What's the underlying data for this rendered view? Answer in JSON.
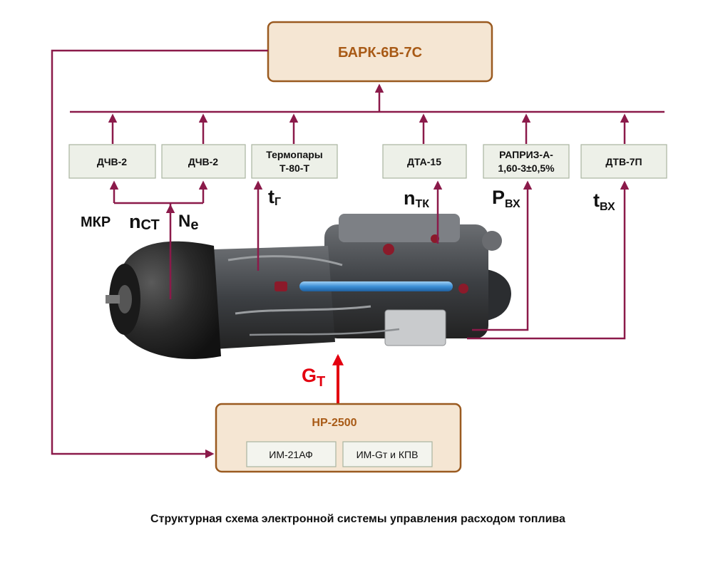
{
  "controller": {
    "name": "БАРК-6В-7С"
  },
  "sensors": [
    {
      "line1": "ДЧВ-2",
      "line2": ""
    },
    {
      "line1": "ДЧВ-2",
      "line2": ""
    },
    {
      "line1": "Термопары",
      "line2": "Т-80-Т"
    },
    {
      "line1": "ДТА-15",
      "line2": ""
    },
    {
      "line1": "РАПРИЗ-А-",
      "line2": "1,60-3±0,5%"
    },
    {
      "line1": "ДТВ-7П",
      "line2": ""
    }
  ],
  "parameters": {
    "mkr": "МКР",
    "n_st": {
      "base": "n",
      "sub": "СТ"
    },
    "n_e": {
      "base": "N",
      "sub": "e"
    },
    "t_g": {
      "base": "t",
      "sub": "Г"
    },
    "n_tk": {
      "base": "n",
      "sub": "ТК"
    },
    "p_vx": {
      "base": "P",
      "sub": "ВХ"
    },
    "t_vx": {
      "base": "t",
      "sub": "ВХ"
    },
    "g_t": {
      "base": "G",
      "sub": "Т"
    }
  },
  "regulator": {
    "name": "НР-2500",
    "units": [
      "ИМ-21АФ",
      "ИМ-Gт и КПВ"
    ]
  },
  "caption": "Структурная схема электронной системы управления расходом топлива",
  "colors": {
    "signal_line": "#8b1a4a",
    "fuel_line": "#e3000f",
    "main_box_fill": "#f5e6d3",
    "main_box_border": "#9a5a20",
    "main_box_text": "#a85a16"
  },
  "icons": [
    "turboshaft-engine-icon"
  ]
}
